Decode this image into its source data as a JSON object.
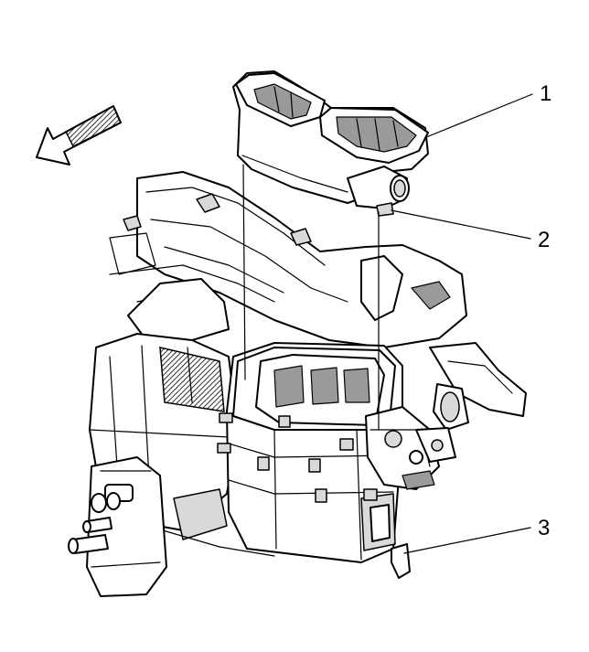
{
  "callouts": [
    {
      "label": "1"
    },
    {
      "label": "2"
    },
    {
      "label": "3"
    }
  ],
  "icons": {
    "direction_arrow": "front-direction-arrow-icon"
  },
  "colors": {
    "line": "#000000",
    "background": "#ffffff",
    "shade": "#d9d9d9"
  }
}
